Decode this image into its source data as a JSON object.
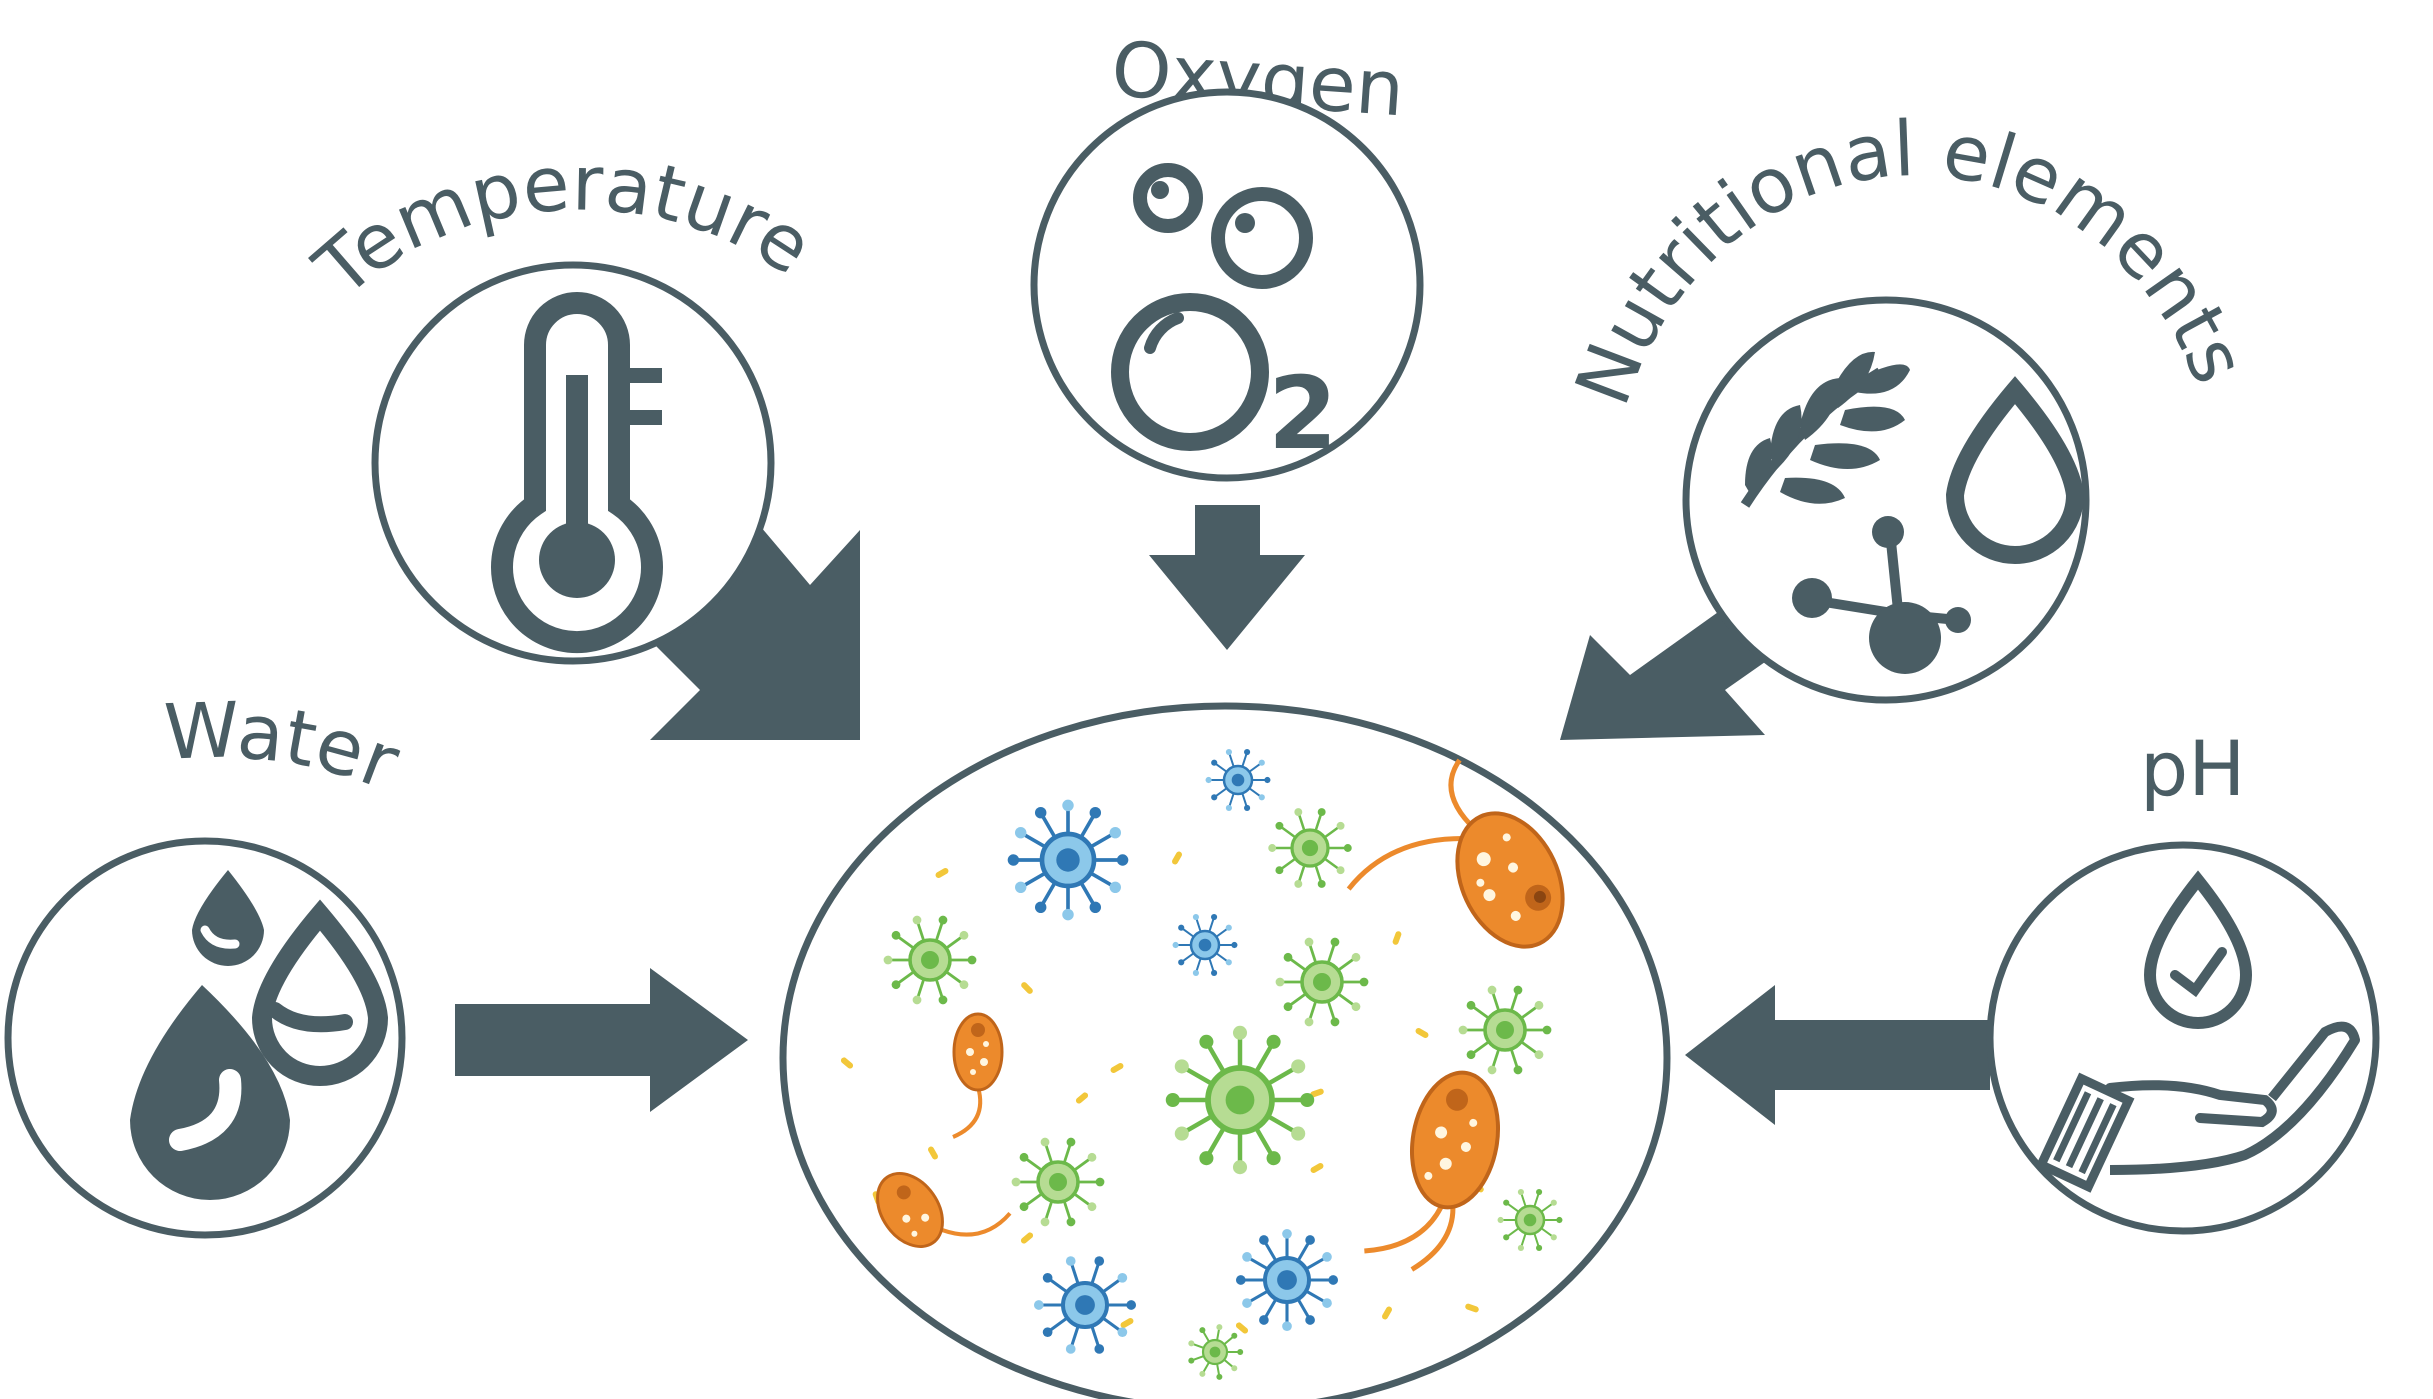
{
  "labels": {
    "oxygen": "Oxygen",
    "temperature": "Temperature",
    "nutritional": "Nutritional elements",
    "water": "Water",
    "ph": "pH",
    "o2_symbol": "O",
    "o2_subscript": "2"
  },
  "colors": {
    "primary": "#4a5d64",
    "microbe_blue": "#2f78b5",
    "microbe_light_blue": "#8cc8ea",
    "microbe_green": "#6cb94a",
    "microbe_light_green": "#b6dc93",
    "microbe_orange": "#ec8a2c",
    "microbe_yellow": "#f2c73a"
  },
  "icons": {
    "oxygen": "o2-bubbles-icon",
    "temperature": "thermometer-icon",
    "nutritional": "leaf-drop-molecule-icon",
    "water": "water-drops-icon",
    "ph": "hand-drop-check-icon",
    "center": "microorganisms-icon"
  }
}
